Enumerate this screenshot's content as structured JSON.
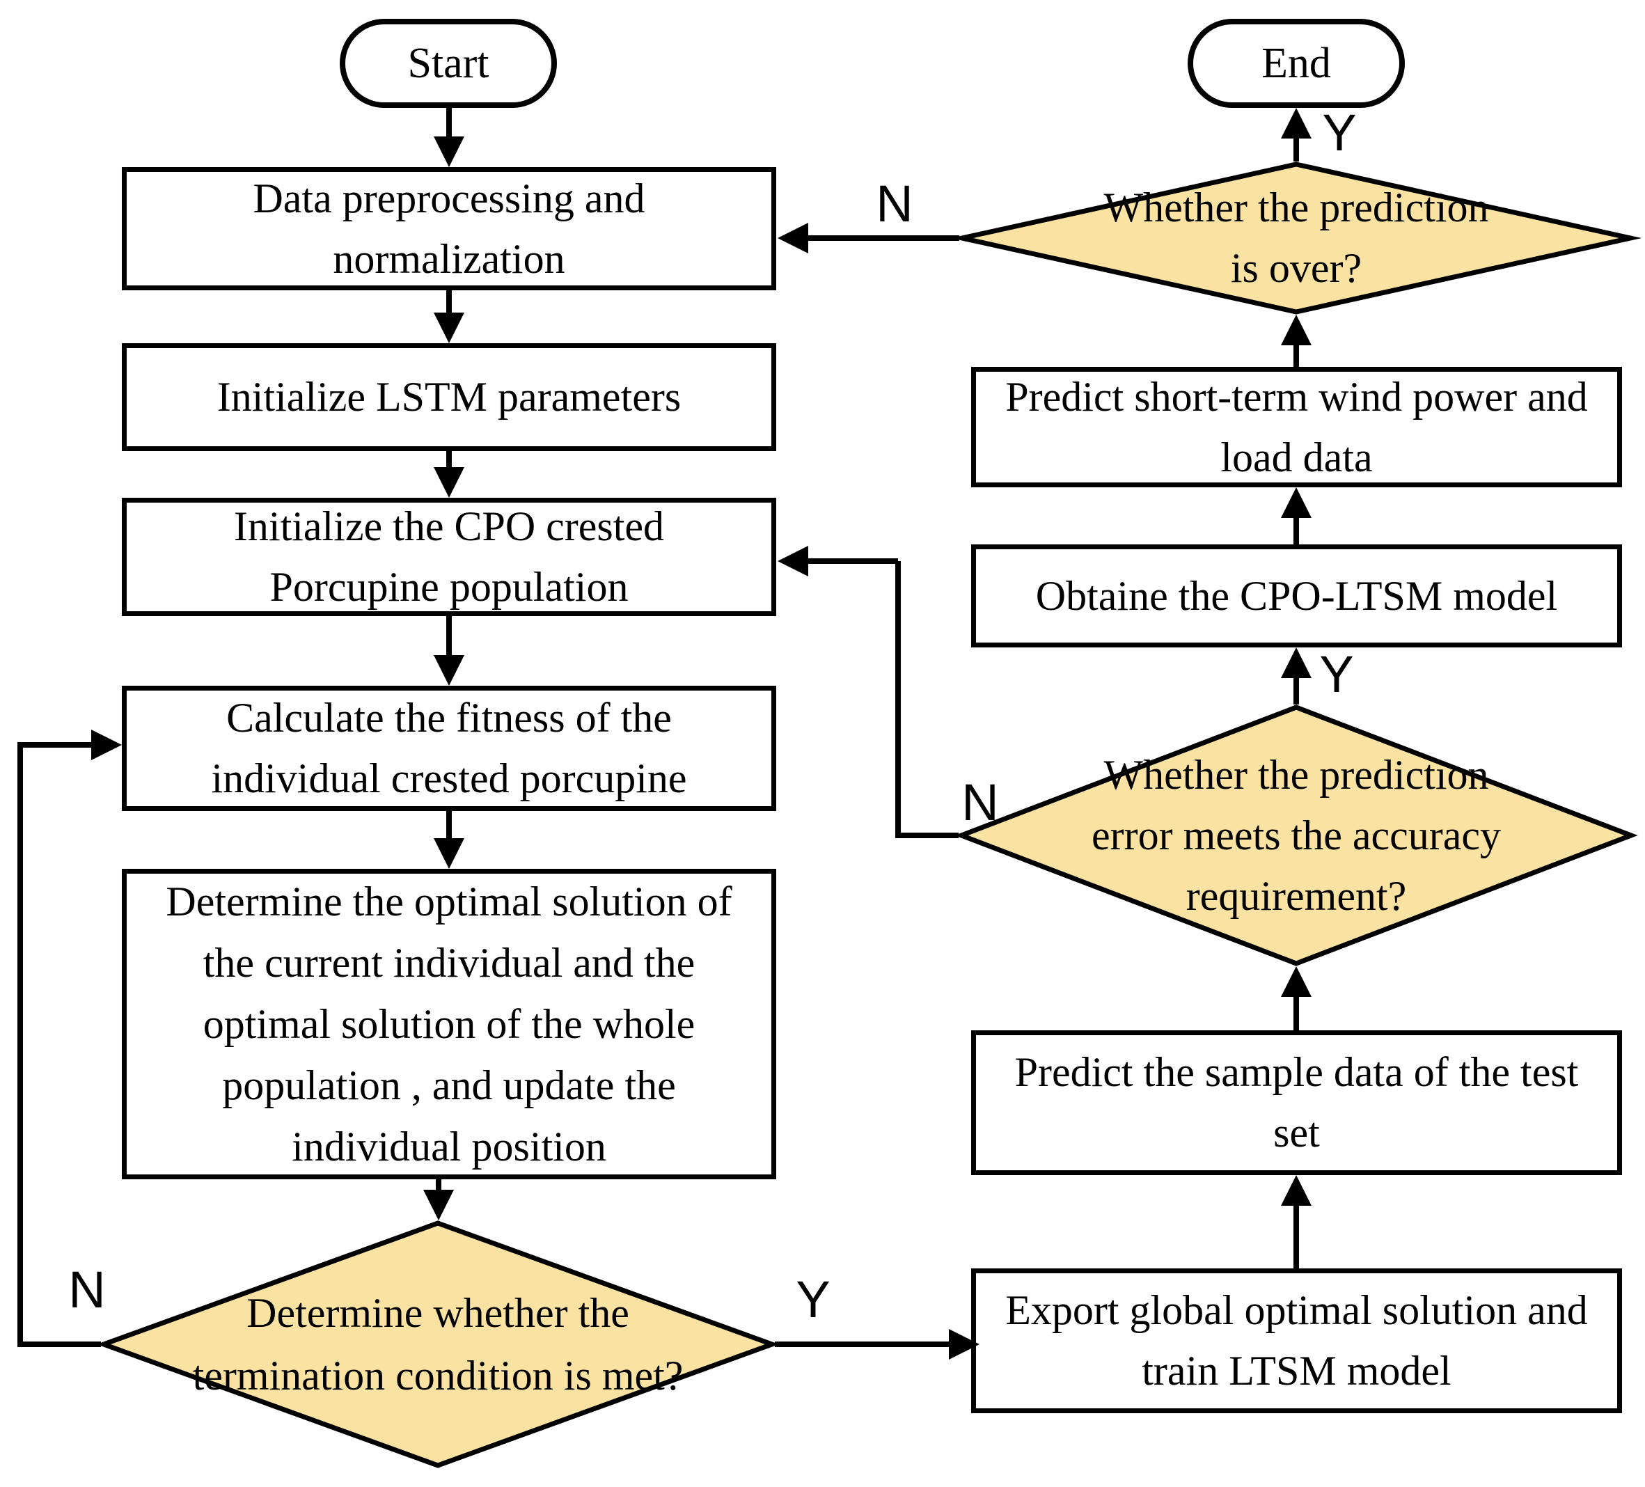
{
  "diagram": {
    "type": "flowchart",
    "colors": {
      "decision_fill": "#FAE2A2",
      "process_fill": "#FFFFFF",
      "stroke": "#000000"
    },
    "nodes": {
      "start": {
        "shape": "terminator",
        "label": "Start"
      },
      "preprocess": {
        "shape": "process",
        "label": "Data preprocessing and\nnormalization"
      },
      "init_lstm": {
        "shape": "process",
        "label": "Initialize LSTM parameters"
      },
      "init_cpo": {
        "shape": "process",
        "label": "Initialize the CPO crested\nPorcupine population"
      },
      "calc_fitness": {
        "shape": "process",
        "label": "Calculate the fitness of the\nindividual crested porcupine"
      },
      "determine_optimal": {
        "shape": "process",
        "label": "Determine the optimal solution of\nthe current individual and the\noptimal solution of the whole\npopulation , and update the\nindividual position"
      },
      "termination_check": {
        "shape": "decision",
        "label": "Determine whether the\ntermination condition is met?"
      },
      "export_train": {
        "shape": "process",
        "label": "Export global optimal solution and\ntrain LTSM model"
      },
      "predict_test": {
        "shape": "process",
        "label": "Predict the sample data of the test\nset"
      },
      "error_check": {
        "shape": "decision",
        "label": "Whether the prediction\nerror meets the accuracy\nrequirement?"
      },
      "obtain_model": {
        "shape": "process",
        "label": "Obtaine the CPO-LTSM model"
      },
      "predict_wind": {
        "shape": "process",
        "label": "Predict short-term wind power and\nload data"
      },
      "prediction_over": {
        "shape": "decision",
        "label": "Whether the prediction\nis over?"
      },
      "end": {
        "shape": "terminator",
        "label": "End"
      }
    },
    "edge_labels": {
      "termination_no": "N",
      "termination_yes": "Y",
      "error_no": "N",
      "error_yes": "Y",
      "over_no": "N",
      "over_yes": "Y"
    }
  }
}
